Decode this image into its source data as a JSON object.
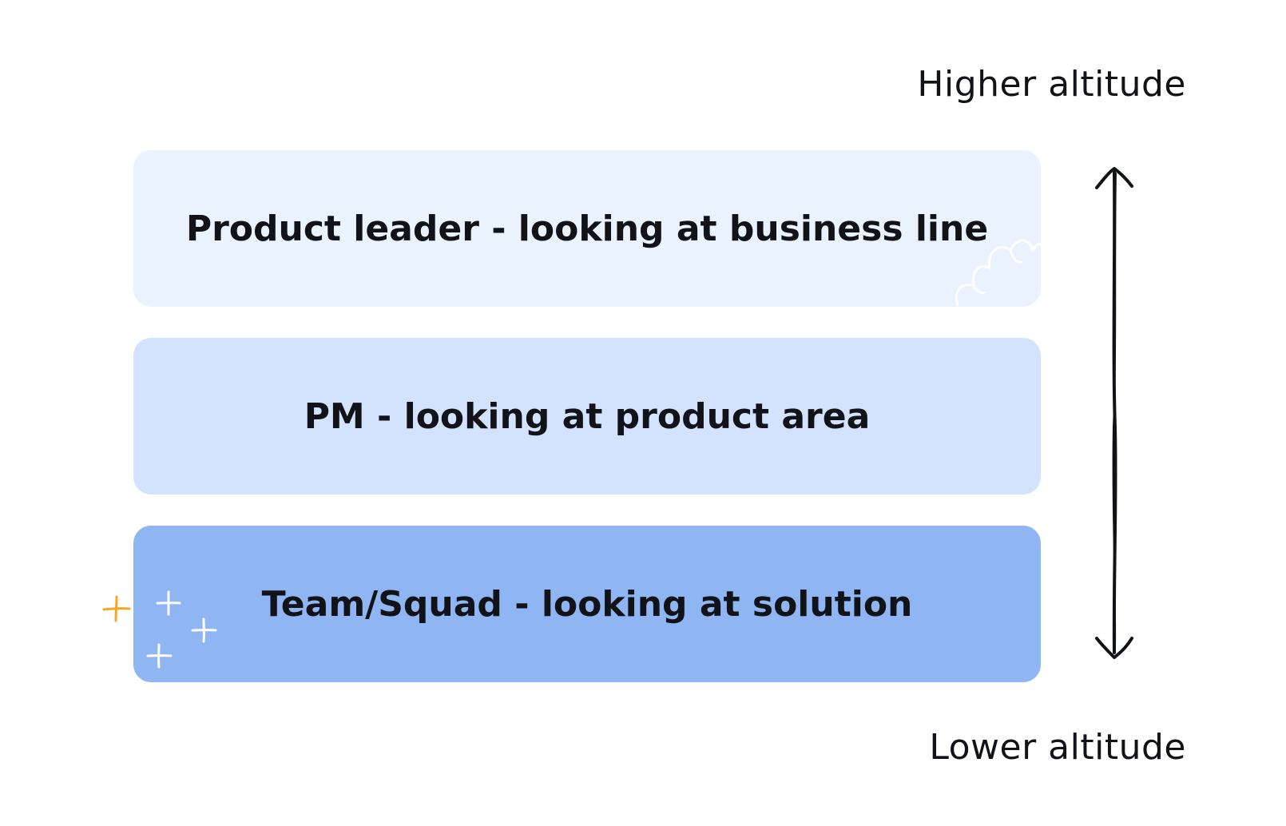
{
  "altitude": {
    "higher_label": "Higher altitude",
    "lower_label": "Lower altitude"
  },
  "layers": [
    {
      "label": "Product leader - looking at business line",
      "color": "#EAF2FE"
    },
    {
      "label": "PM - looking at product area",
      "color": "#D3E3FD"
    },
    {
      "label": "Team/Squad - looking at solution",
      "color": "#8FB5F2"
    }
  ],
  "colors": {
    "text": "#111318",
    "arrow": "#111318",
    "sparkle_accent": "#F5A623",
    "sparkle": "#ffffff"
  },
  "icons": [
    "cloud-doodle-icon",
    "sparkle-icon",
    "double-arrow-icon"
  ]
}
